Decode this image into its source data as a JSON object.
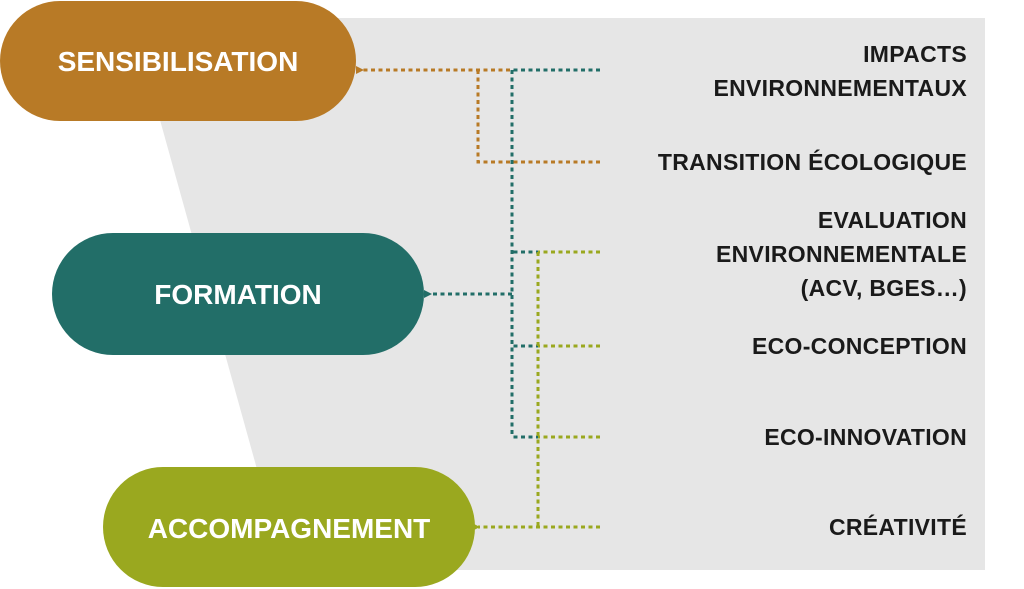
{
  "levels": {
    "sensibilisation": {
      "label": "SENSIBILISATION",
      "color": "#B87A26"
    },
    "formation": {
      "label": "FORMATION",
      "color": "#226E68"
    },
    "accompagnement": {
      "label": "ACCOMPAGNEMENT",
      "color": "#9AA81F"
    }
  },
  "topics": {
    "impacts": {
      "line1": "IMPACTS",
      "line2": "ENVIRONNEMENTAUX"
    },
    "transition": {
      "line1": "TRANSITION ÉCOLOGIQUE"
    },
    "evaluation": {
      "line1": "EVALUATION",
      "line2": "ENVIRONNEMENTALE",
      "line3": "(ACV, BGES…)"
    },
    "ecoconception": {
      "line1": "ECO-CONCEPTION"
    },
    "ecoinnovation": {
      "line1": "ECO-INNOVATION"
    },
    "creativite": {
      "line1": "CRÉATIVITÉ"
    }
  },
  "colors": {
    "panel": "#E6E6E6",
    "text": "#1A1A1A"
  }
}
